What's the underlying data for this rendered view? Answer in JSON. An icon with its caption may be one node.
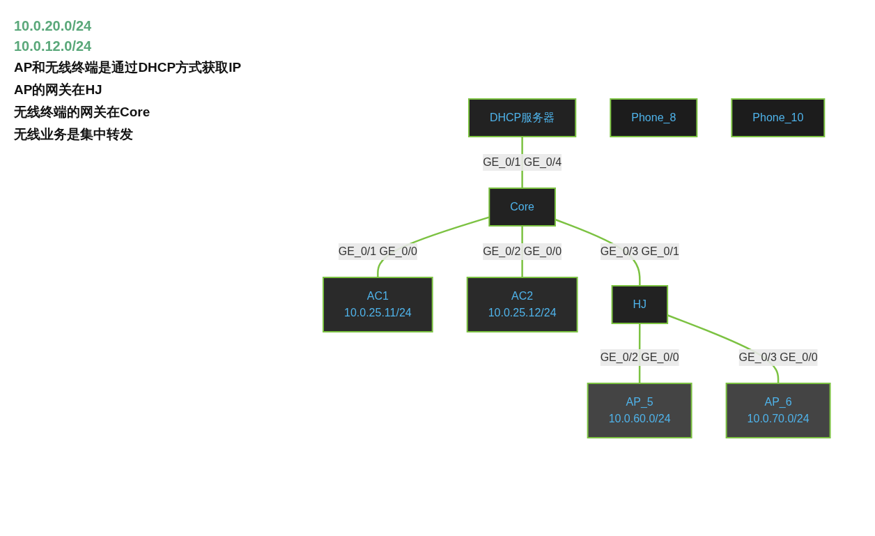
{
  "diagram": {
    "nodes": [
      {
        "text": [
          "AC1",
          "10.0.25.11/24"
        ]
      },
      {
        "text": [
          "DHCP服务器"
        ]
      },
      {
        "text": [
          "Core"
        ]
      },
      {
        "text": [
          "AC2",
          "10.0.25.12/24"
        ]
      },
      {
        "text": [
          "HJ"
        ]
      },
      {
        "text": [
          "AP_5",
          "10.0.60.0/24"
        ]
      },
      {
        "text": [
          "AP_6",
          "10.0.70.0/24"
        ]
      },
      {
        "text": [
          "Phone_8"
        ]
      },
      {
        "text": [
          "Phone_10"
        ]
      }
    ],
    "edges": [
      {
        "from": 1,
        "to": 2,
        "arrow": "none",
        "label": "GE_0/1 GE_0/4"
      },
      {
        "from": 2,
        "to": 0,
        "arrow": "none",
        "label": "GE_0/1 GE_0/0"
      },
      {
        "from": 2,
        "to": 3,
        "arrow": "none",
        "label": "GE_0/2 GE_0/0"
      },
      {
        "from": 2,
        "to": 4,
        "arrow": "none",
        "label": "GE_0/3 GE_0/1"
      },
      {
        "from": 4,
        "to": 5,
        "arrow": "none",
        "label": "GE_0/2 GE_0/0"
      },
      {
        "from": 4,
        "to": 6,
        "arrow": "none",
        "label": "GE_0/3 GE_0/0"
      }
    ],
    "labels": [
      "10.0.20.0/24",
      "10.0.12.0/24",
      "AP和无线终端是通过DHCP方式获取IP",
      "AP的网关在HJ",
      "无线终端的网关在Core",
      "无线业务是集中转发"
    ]
  }
}
